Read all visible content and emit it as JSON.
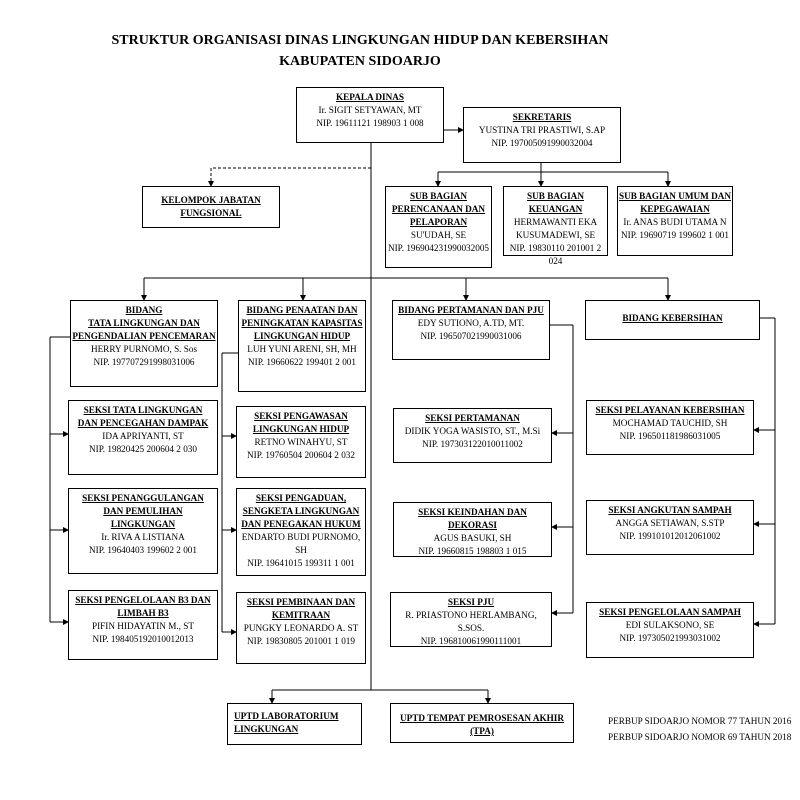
{
  "title_line1": "STRUKTUR ORGANISASI DINAS LINGKUNGAN HIDUP DAN KEBERSIHAN",
  "title_line2": "KABUPATEN SIDOARJO",
  "kepala": {
    "h1": "KEPALA DINAS",
    "name": "Ir. SIGIT SETYAWAN, MT",
    "nip": "NIP. 19611121 198903 1 008"
  },
  "sekretaris": {
    "h1": "SEKRETARIS",
    "name": "YUSTINA TRI PRASTIWI, S.AP",
    "nip": "NIP. 197005091990032004"
  },
  "fungsional": {
    "h1": "KELOMPOK JABATAN",
    "h2": "FUNGSIONAL"
  },
  "sub_perencanaan": {
    "h1": "SUB BAGIAN",
    "h2": "PERENCANAAN DAN",
    "h3": "PELAPORAN",
    "name": "SU'UDAH, SE",
    "nip": "NIP. 196904231990032005"
  },
  "sub_keuangan": {
    "h1": "SUB BAGIAN KEUANGAN",
    "name1": "HERMAWANTI EKA",
    "name2": "KUSUMADEWI, SE",
    "nip": "NIP. 19830110 201001 2 024"
  },
  "sub_umum": {
    "h1": "SUB BAGIAN UMUM DAN",
    "h2": "KEPEGAWAIAN",
    "name": "Ir. ANAS BUDI UTAMA N",
    "nip": "NIP. 19690719 199602 1 001"
  },
  "bid_tata": {
    "h1": "BIDANG",
    "h2": "TATA LINGKUNGAN DAN",
    "h3": "PENGENDALIAN PENCEMARAN",
    "name": "HERRY PURNOMO, S. Sos",
    "nip": "NIP. 197707291998031006"
  },
  "bid_penaatan": {
    "h1": "BIDANG PENAATAN DAN",
    "h2": "PENINGKATAN KAPASITAS",
    "h3": "LINGKUNGAN HIDUP",
    "name": "LUH YUNI ARENI, SH, MH",
    "nip": "NIP. 19660622 199401 2 001"
  },
  "bid_pertamanan": {
    "h1": "BIDANG PERTAMANAN DAN PJU",
    "name": "EDY SUTIONO, A.TD, MT.",
    "nip": "NIP. 196507021990031006"
  },
  "bid_kebersihan": {
    "h1": "BIDANG KEBERSIHAN"
  },
  "seksi_tata": {
    "h1": "SEKSI TATA LINGKUNGAN",
    "h2": "DAN PENCEGAHAN DAMPAK",
    "name": "IDA APRIYANTI, ST",
    "nip": "NIP. 19820425 200604 2 030"
  },
  "seksi_penanggulangan": {
    "h1": "SEKSI PENANGGULANGAN",
    "h2": "DAN PEMULIHAN",
    "h3": "LINGKUNGAN",
    "name": "Ir. RIVA A LISTIANA",
    "nip": "NIP. 19640403 199602 2 001"
  },
  "seksi_b3": {
    "h1": "SEKSI PENGELOLAAN B3 DAN",
    "h2": "LIMBAH B3",
    "name": "PIFIN HIDAYATIN M., ST",
    "nip": "NIP. 198405192010012013"
  },
  "seksi_pengawasan": {
    "h1": "SEKSI PENGAWASAN",
    "h2": "LINGKUNGAN HIDUP",
    "name": "RETNO WINAHYU, ST",
    "nip": "NIP. 19760504 200604 2 032"
  },
  "seksi_pengaduan": {
    "h1": "SEKSI PENGADUAN,",
    "h2": "SENGKETA LINGKUNGAN",
    "h3": "DAN PENEGAKAN HUKUM",
    "name": "ENDARTO BUDI PURNOMO, SH",
    "nip": "NIP. 19641015 199311 1 001"
  },
  "seksi_pembinaan": {
    "h1": "SEKSI PEMBINAAN DAN",
    "h2": "KEMITRAAN",
    "name": "PUNGKY LEONARDO A.  ST",
    "nip": "NIP. 19830805 201001 1 019"
  },
  "seksi_pertamanan": {
    "h1": "SEKSI PERTAMANAN",
    "name": "DIDIK YOGA WASISTO, ST., M.Si",
    "nip": "NIP. 197303122010011002"
  },
  "seksi_keindahan": {
    "h1": "SEKSI KEINDAHAN DAN DEKORASI",
    "name": "AGUS BASUKI, SH",
    "nip": "NIP. 19660815 198803 1 015"
  },
  "seksi_pju": {
    "h1": "SEKSI PJU",
    "name": "R. PRIASTONO HERLAMBANG, S.SOS.",
    "nip": "NIP. 196810061990111001"
  },
  "seksi_pelayanan": {
    "h1": "SEKSI PELAYANAN KEBERSIHAN",
    "name": "MOCHAMAD TAUCHID, SH",
    "nip": "NIP. 196501181986031005"
  },
  "seksi_angkutan": {
    "h1": "SEKSI ANGKUTAN SAMPAH",
    "name": "ANGGA SETIAWAN, S.STP",
    "nip": "NIP. 199101012012061002"
  },
  "seksi_pengelolaan": {
    "h1": "SEKSI PENGELOLAAN SAMPAH",
    "name": "EDI SULAKSONO, SE",
    "nip": "NIP. 197305021993031002"
  },
  "uptd_lab": {
    "h1": "UPTD LABORATORIUM",
    "h2": "LINGKUNGAN"
  },
  "uptd_tpa": {
    "h1": "UPTD  TEMPAT PEMROSESAN AKHIR (TPA)"
  },
  "notes": {
    "line1": "PERBUP SIDOARJO NOMOR 77 TAHUN 2016",
    "line2": "PERBUP SIDOARJO NOMOR 69 TAHUN 2018"
  }
}
